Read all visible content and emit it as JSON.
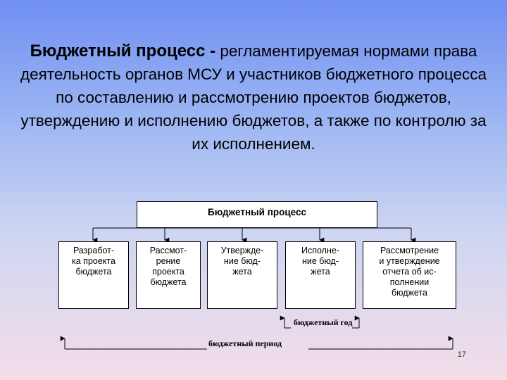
{
  "slide": {
    "definition_term": "Бюджетный процесс -",
    "definition_text": " регламентируемая нормами права деятельность органов МСУ и участников бюджетного процесса по составлению и рассмотрению проектов бюджетов, утверждению и исполнению бюджетов, а также по контролю за их исполнением.",
    "page_number": "17"
  },
  "diagram": {
    "header": "Бюджетный процесс",
    "stages": [
      "Разработ-\nка проекта\nбюджета",
      "Рассмот-\nрение\nпроекта\nбюджета",
      "Утвержде-\nние бюд-\nжета",
      "Исполне-\nние бюд-\nжета",
      "Рассмотрение\nи утверждение\nотчета об ис-\nполнении\nбюджета"
    ],
    "budget_year_label": "бюджетный год",
    "budget_period_label": "бюджетный период"
  }
}
